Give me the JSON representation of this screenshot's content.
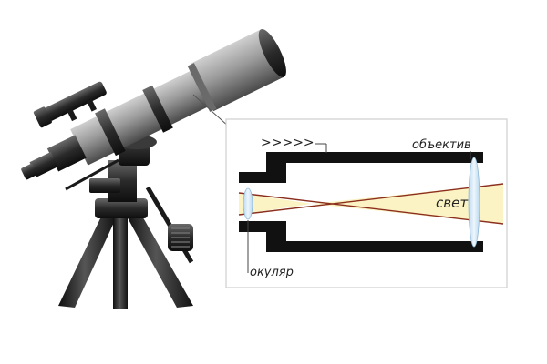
{
  "labels": {
    "objective": "объектив",
    "light": "свет",
    "eyepiece": "окуляр",
    "arrows": ">>>>>"
  },
  "colors": {
    "tube_body": "#8e8e8e",
    "tube_dark": "#1a1a1a",
    "tripod": "#1c1c1c",
    "light_beam": "#fbf3c4",
    "ray": "#8b2e1e",
    "lens": "#d6e9f7",
    "frame": "#cfcfcf"
  }
}
